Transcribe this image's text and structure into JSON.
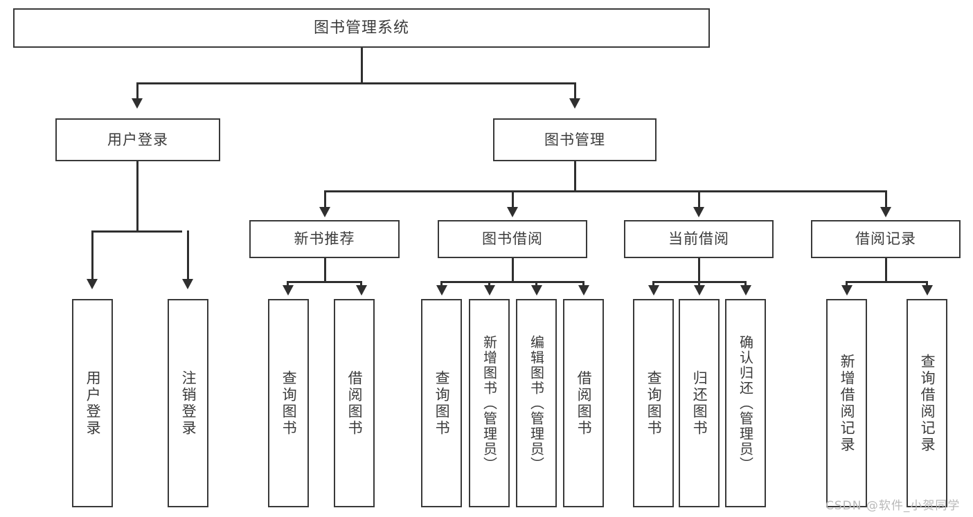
{
  "diagram": {
    "type": "tree-hierarchy-chart",
    "title": "图书管理系统",
    "root": {
      "label": "图书管理系统"
    },
    "level2": [
      {
        "label": "用户登录"
      },
      {
        "label": "图书管理"
      }
    ],
    "level3": [
      {
        "label": "新书推荐"
      },
      {
        "label": "图书借阅"
      },
      {
        "label": "当前借阅"
      },
      {
        "label": "借阅记录"
      }
    ],
    "leaves": {
      "user_login": [
        {
          "label": "用户登录"
        },
        {
          "label": "注销登录"
        }
      ],
      "new_book_recommend": [
        {
          "label": "查询图书"
        },
        {
          "label": "借阅图书"
        }
      ],
      "book_borrow": [
        {
          "label": "查询图书"
        },
        {
          "label": "新增图书（管理员）"
        },
        {
          "label": "编辑图书（管理员）"
        },
        {
          "label": "借阅图书"
        }
      ],
      "current_borrow": [
        {
          "label": "查询图书"
        },
        {
          "label": "归还图书"
        },
        {
          "label": "确认归还（管理员）"
        }
      ],
      "borrow_record": [
        {
          "label": "新增借阅记录"
        },
        {
          "label": "查询借阅记录"
        }
      ]
    }
  },
  "watermark": {
    "text": "CSDN @软件_小贺同学"
  },
  "colors": {
    "box_border": "#393939",
    "connector": "#2f2f2f",
    "text": "#3b3b3b",
    "background": "#ffffff",
    "watermark": "#b9b9b9"
  }
}
